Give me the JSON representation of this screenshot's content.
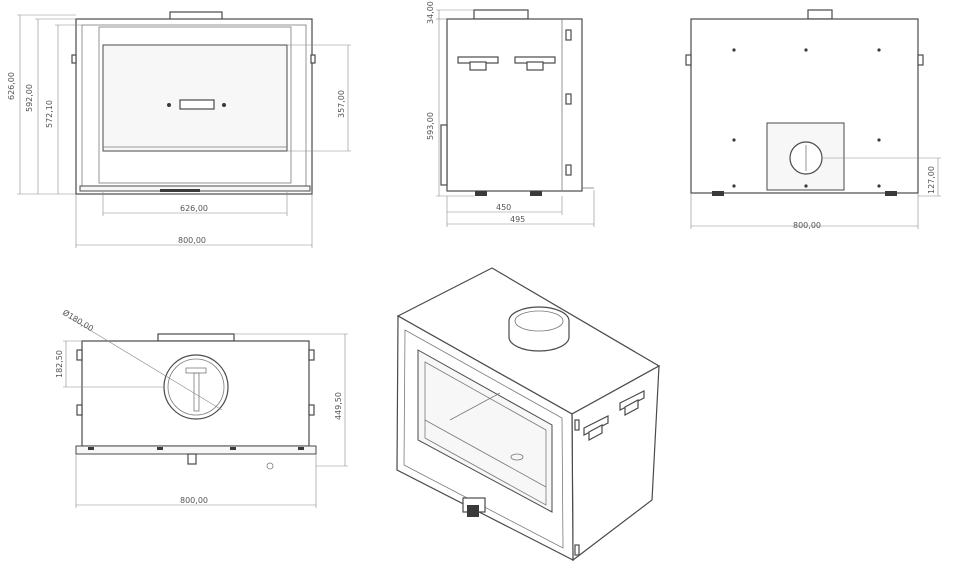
{
  "views": {
    "front": {
      "height_outer": "626,00",
      "height_mid": "592,00",
      "height_inner": "572,10",
      "window_height": "357,00",
      "window_width": "626,00",
      "width": "800,00"
    },
    "side": {
      "top_offset": "34,00",
      "height": "593,00",
      "depth_inner": "450",
      "depth_outer": "495"
    },
    "back": {
      "width": "800,00",
      "flue_offset": "127,00"
    },
    "top": {
      "flue_diameter": "Ø180,00",
      "flue_offset": "182,50",
      "depth": "449,50",
      "width": "800,00"
    }
  }
}
